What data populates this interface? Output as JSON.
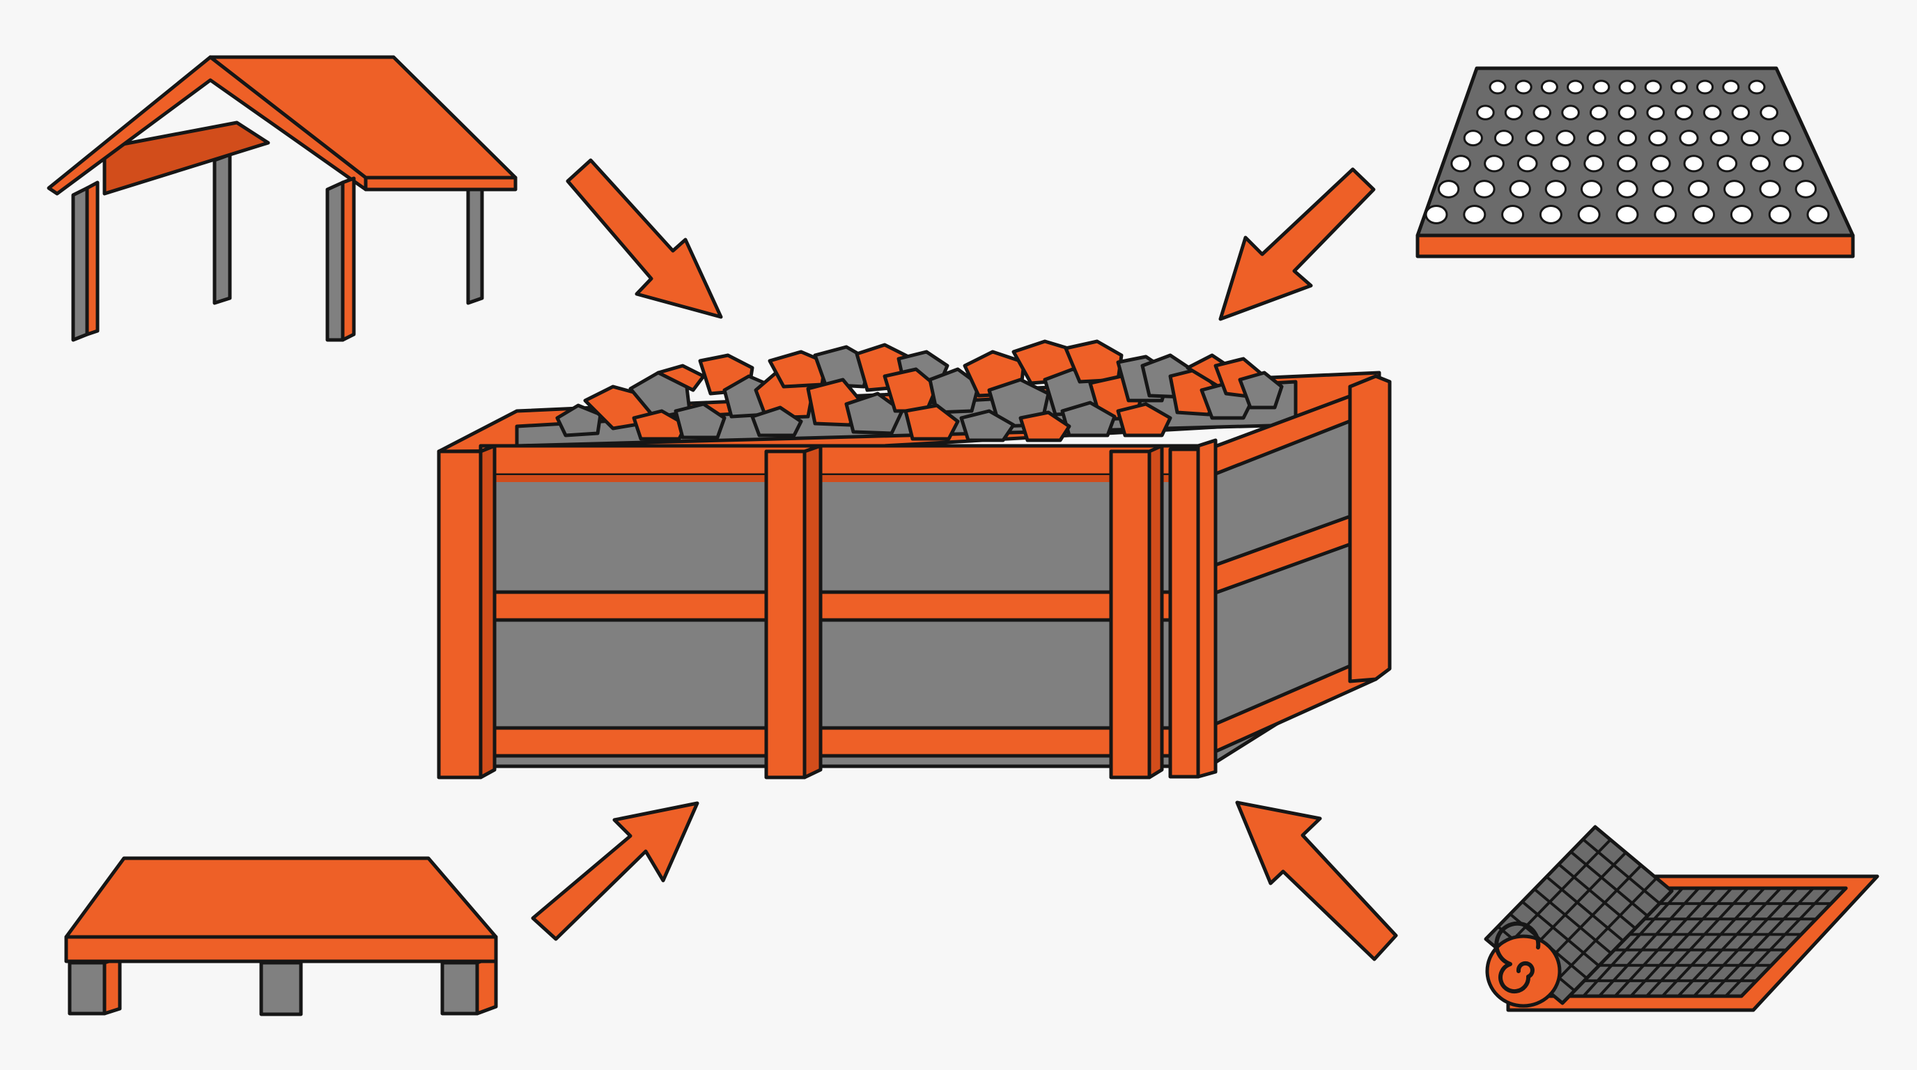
{
  "diagram": {
    "background": "#f7f7f7",
    "colors": {
      "orange": "#ee6027",
      "orange_shade": "#d24d1b",
      "gray": "#808080",
      "gray_dark": "#6b6b6b",
      "outline": "#161616",
      "hole": "#ffffff"
    },
    "center": {
      "name": "rubble-filled-timber-crate",
      "icon": "crate-with-stones-icon"
    },
    "components": [
      {
        "name": "gable-roof-shelter",
        "icon": "roof-shelter-icon",
        "position": "top-left"
      },
      {
        "name": "perforated-mat",
        "icon": "perforated-mat-icon",
        "position": "top-right"
      },
      {
        "name": "flat-platform-pallet",
        "icon": "pallet-icon",
        "position": "bottom-left"
      },
      {
        "name": "rolled-grid-mesh",
        "icon": "rolled-mesh-icon",
        "position": "bottom-right"
      }
    ],
    "arrows": [
      {
        "from": "top-left",
        "to": "center"
      },
      {
        "from": "top-right",
        "to": "center"
      },
      {
        "from": "bottom-left",
        "to": "center"
      },
      {
        "from": "bottom-right",
        "to": "center"
      }
    ]
  }
}
